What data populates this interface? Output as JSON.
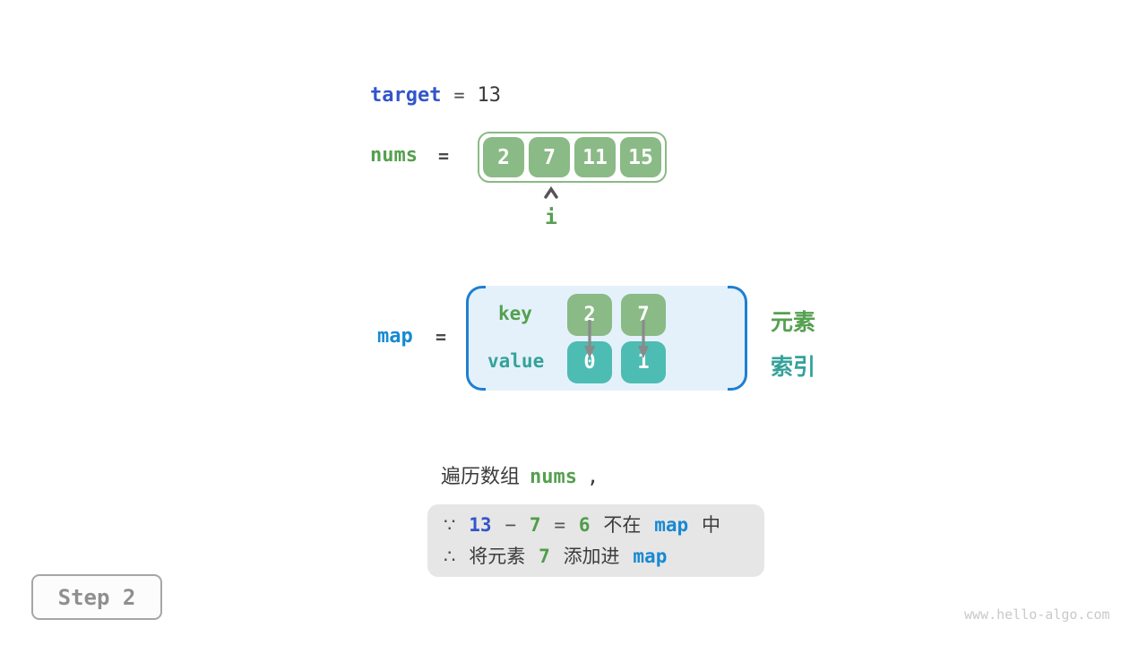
{
  "colors": {
    "deep_blue": "#3355cb",
    "bright_blue": "#1789d3",
    "green_text": "#55a04f",
    "teal_text": "#35a29a",
    "cell_green": "#8aba85",
    "cell_teal": "#4dbcb2",
    "map_bg": "#e4f1fb",
    "bracket_blue": "#1f7fd1",
    "note_bg": "#e6e6e6",
    "arrow_gray": "#8a8a8a"
  },
  "target_row": {
    "label": "target",
    "equals": "=",
    "value": "13"
  },
  "nums_row": {
    "label": "nums",
    "equals": "=",
    "cells": [
      "2",
      "7",
      "11",
      "15"
    ],
    "pointer_label": "i"
  },
  "map_row": {
    "label": "map",
    "equals": "=",
    "key_label": "key",
    "value_label": "value",
    "keys": [
      "2",
      "7"
    ],
    "values": [
      "0",
      "1"
    ],
    "element_label": "元素",
    "index_label": "索引"
  },
  "caption": {
    "text": "遍历数组",
    "code": "nums",
    "comma": ","
  },
  "note_box": {
    "line1": {
      "because": "∵",
      "minuend": "13",
      "minus": "−",
      "subtrahend": "7",
      "equals": "=",
      "difference": "6",
      "not_in": "不在",
      "map": "map",
      "in_suffix": "中"
    },
    "line2": {
      "therefore": "∴",
      "prefix": "将元素",
      "element": "7",
      "suffix": "添加进",
      "map": "map"
    }
  },
  "step_badge": {
    "label": "Step 2"
  },
  "watermark": {
    "text": "www.hello-algo.com"
  }
}
